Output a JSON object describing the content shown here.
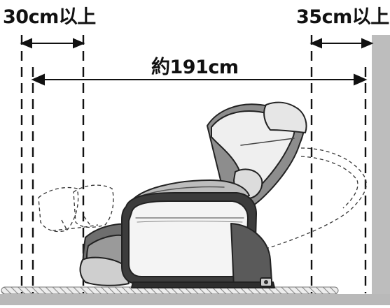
{
  "dimensions": {
    "rear_clearance": "30cm以上",
    "front_clearance": "35cm以上",
    "total_length": "約191cm"
  }
}
